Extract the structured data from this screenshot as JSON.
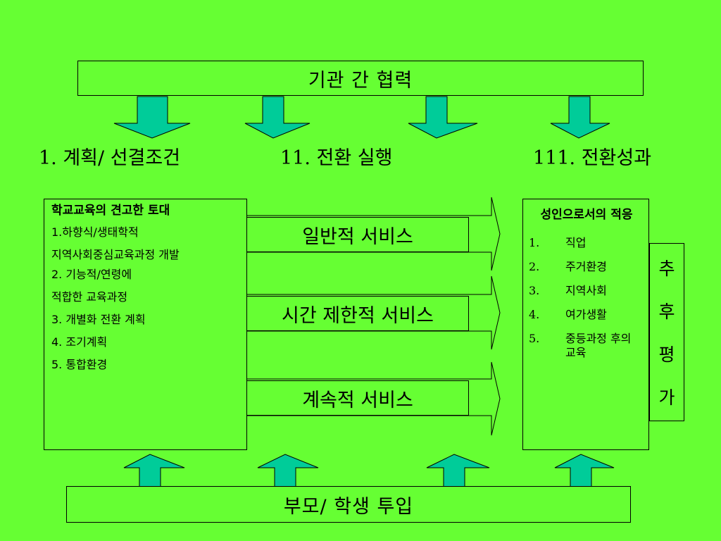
{
  "top_banner": "기관 간 협력",
  "bottom_banner": "부모/ 학생 투입",
  "phases": [
    {
      "num": "1. ",
      "label": "계획/ 선결조건"
    },
    {
      "num": "11. ",
      "label": "전환 실행"
    },
    {
      "num": "111. ",
      "label": "전환성과"
    }
  ],
  "left_box": {
    "heading": "학교교육의 견고한 토대",
    "lines": [
      "1.하향식/생태학적",
      "지역사회중심교육과정 개발",
      "2. 기능적/연령에",
      "적합한 교육과정",
      "3. 개별화 전환 계획",
      "4. 조기계획",
      "5. 통합환경"
    ]
  },
  "services": [
    "일반적 서비스",
    "시간 제한적 서비스",
    "계속적 서비스"
  ],
  "right_box": {
    "heading": "성인으로서의 적응",
    "items": [
      {
        "num": "1.",
        "text": "직업"
      },
      {
        "num": "2.",
        "text": "주거환경"
      },
      {
        "num": "3.",
        "text": "지역사회"
      },
      {
        "num": "4.",
        "text": "여가생활"
      },
      {
        "num": "5.",
        "text": "중등과정 후의 교육"
      }
    ]
  },
  "follow_up": [
    "추",
    "후",
    "평",
    "가"
  ],
  "colors": {
    "background": "#66ff33",
    "arrow_fill": "#00cc99",
    "border": "#000000"
  }
}
